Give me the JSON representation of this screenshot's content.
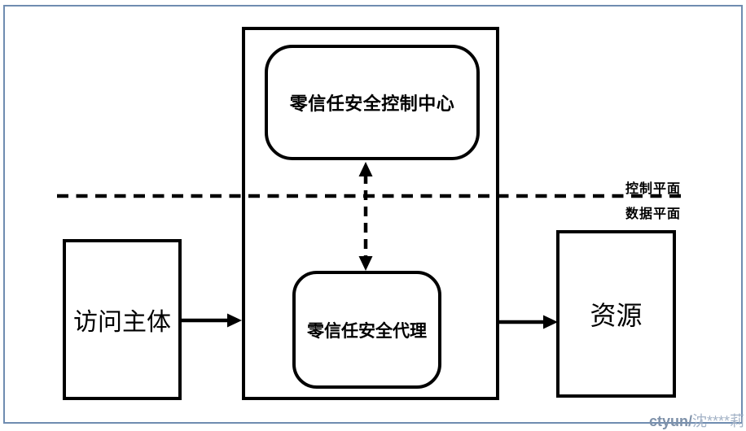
{
  "diagram": {
    "control_center_label": "零信任安全控制中心",
    "agent_label": "零信任安全代理",
    "subject_label": "访问主体",
    "resource_label": "资源",
    "control_plane_label": "控制平面",
    "data_plane_label": "数据平面"
  },
  "watermark": {
    "prefix": "ctyun/",
    "name": "沈****莉"
  },
  "colors": {
    "page_border_blue": "#6f8cb0",
    "diagram_black": "#000000",
    "watermark_prefix_gray": "#7e91a9",
    "watermark_name_gray": "#a3b2c6"
  }
}
